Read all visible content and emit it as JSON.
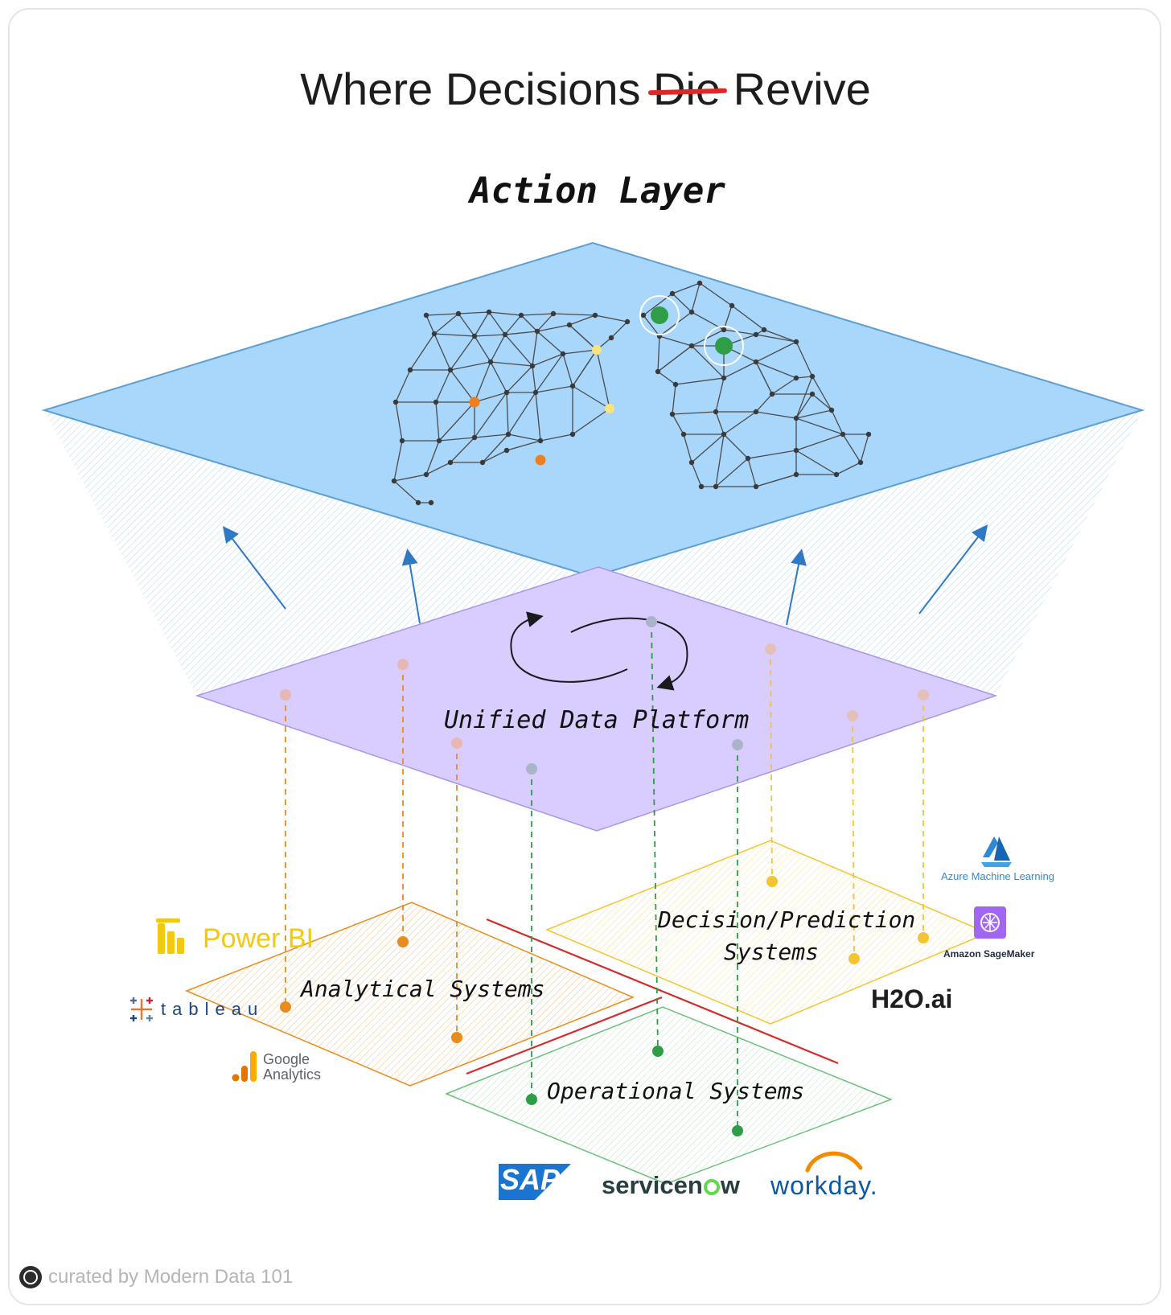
{
  "title": {
    "part1": "Where Decisions",
    "struck": "Die",
    "part2": "Revive"
  },
  "layers": {
    "action": "Action Layer",
    "platform": "Unified Data Platform",
    "analytical": "Analytical Systems",
    "decision_line1": "Decision/Prediction",
    "decision_line2": "Systems",
    "operational": "Operational Systems"
  },
  "logos": {
    "powerbi": "Power BI",
    "tableau": "tableau",
    "ga_line1": "Google",
    "ga_line2": "Analytics",
    "azure_brand": "Azure",
    "azure_rest": "Machine Learning",
    "sagemaker": "Amazon SageMaker",
    "h2o": "H2O.ai",
    "sap": "SAP",
    "servicenow_a": "servicen",
    "servicenow_b": "w",
    "workday": "workday."
  },
  "colors": {
    "action_layer": "#a8d7fb",
    "platform_layer": "#d9ccff",
    "analytical": "#ea8c1c",
    "decision": "#f5c531",
    "operational": "#2e9d45",
    "divider": "#d62b2b",
    "arrow": "#2f78c4"
  },
  "footer": {
    "text": "curated by Modern Data 101"
  }
}
